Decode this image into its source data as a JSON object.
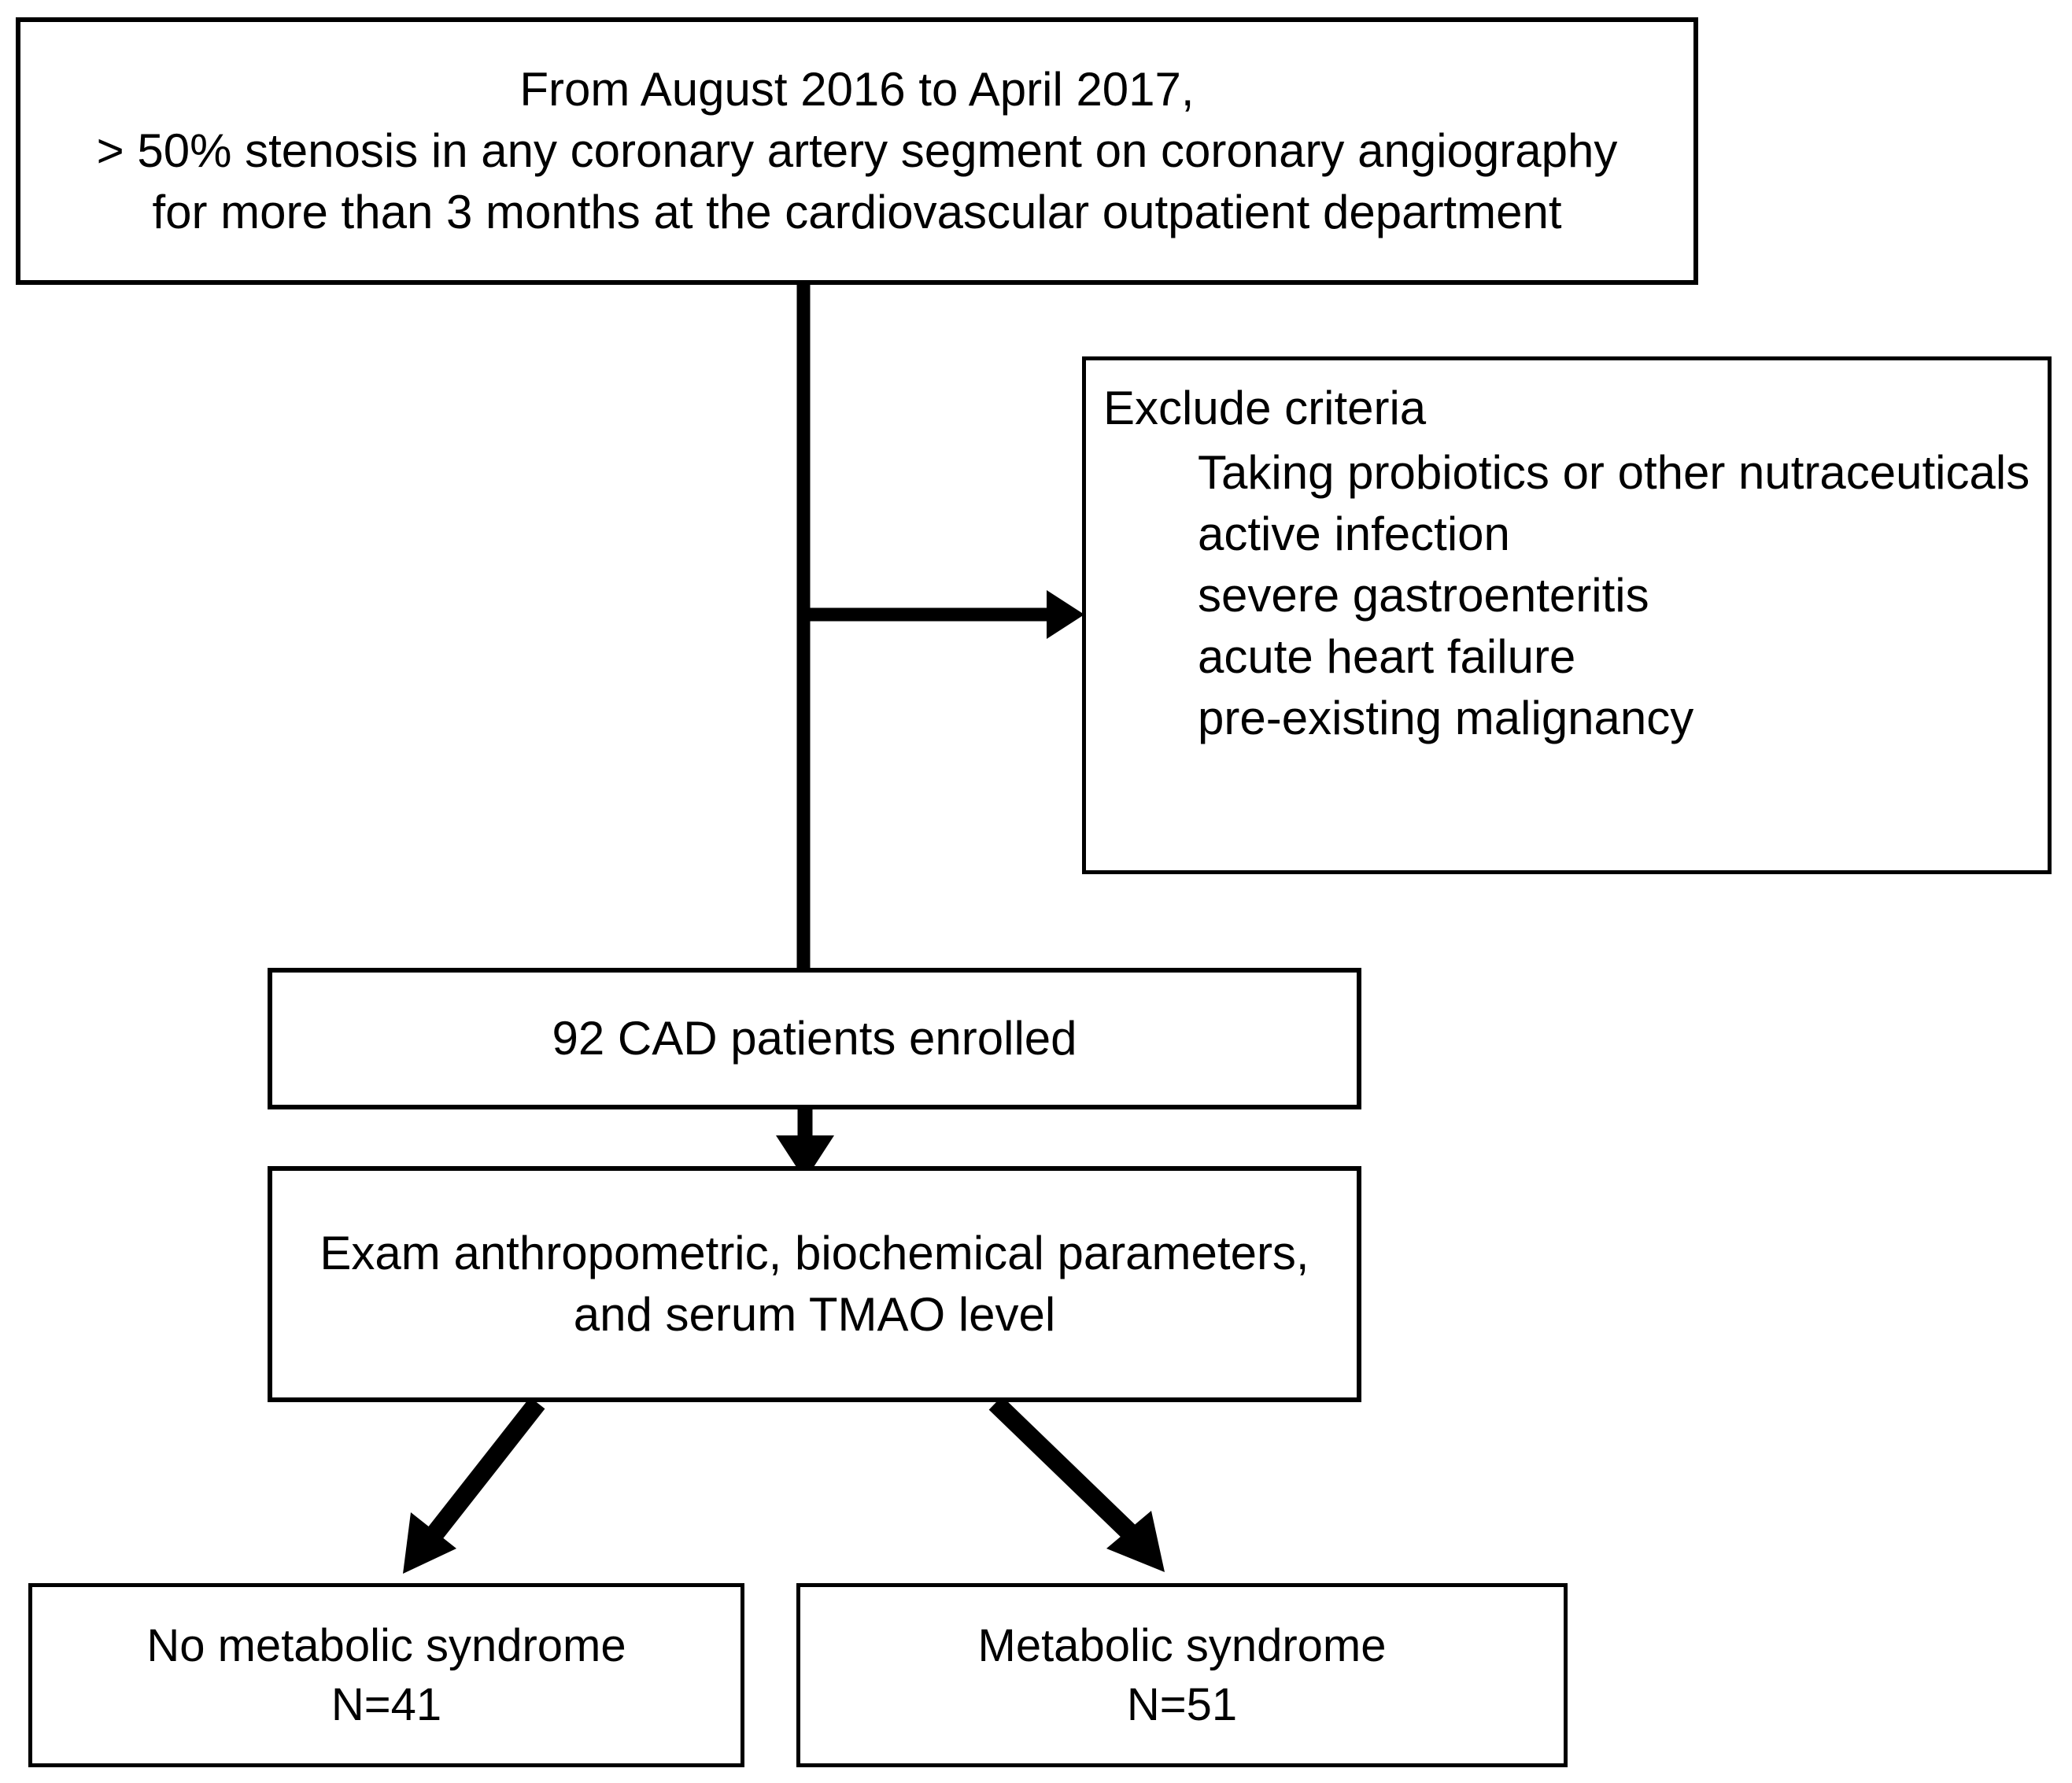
{
  "diagram": {
    "type": "flowchart",
    "title": "CAD patient enrollment flow diagram",
    "colors": {
      "background": "#ffffff",
      "stroke": "#000000",
      "text": "#000000"
    },
    "nodes": {
      "inclusion": {
        "lines": [
          "From August 2016 to April 2017,",
          "> 50% stenosis in any coronary artery segment on coronary angiography",
          "for more than 3 months at the cardiovascular outpatient department"
        ]
      },
      "exclusion": {
        "heading": "Exclude criteria",
        "items": [
          "Taking probiotics or other nutraceuticals",
          "active infection",
          "severe gastroenteritis",
          "acute heart failure",
          "pre-existing malignancy"
        ]
      },
      "enrolled": {
        "lines": [
          "92 CAD patients enrolled"
        ]
      },
      "exam": {
        "lines": [
          "Exam anthropometric, biochemical parameters,",
          "and serum TMAO level"
        ]
      },
      "no_metabolic_syndrome": {
        "label": "No metabolic syndrome",
        "count": "N=41"
      },
      "metabolic_syndrome": {
        "label": "Metabolic syndrome",
        "count": "N=51"
      }
    },
    "edges": [
      {
        "name": "inclusion-to-enrolled",
        "style": "straight-vertical"
      },
      {
        "name": "inclusion-to-exclusion",
        "style": "branch-right-arrow"
      },
      {
        "name": "enrolled-to-exam",
        "style": "down-arrow"
      },
      {
        "name": "exam-to-no-metabolic-syndrome",
        "style": "diagonal-down-left-arrow"
      },
      {
        "name": "exam-to-metabolic-syndrome",
        "style": "diagonal-down-right-arrow"
      }
    ]
  }
}
